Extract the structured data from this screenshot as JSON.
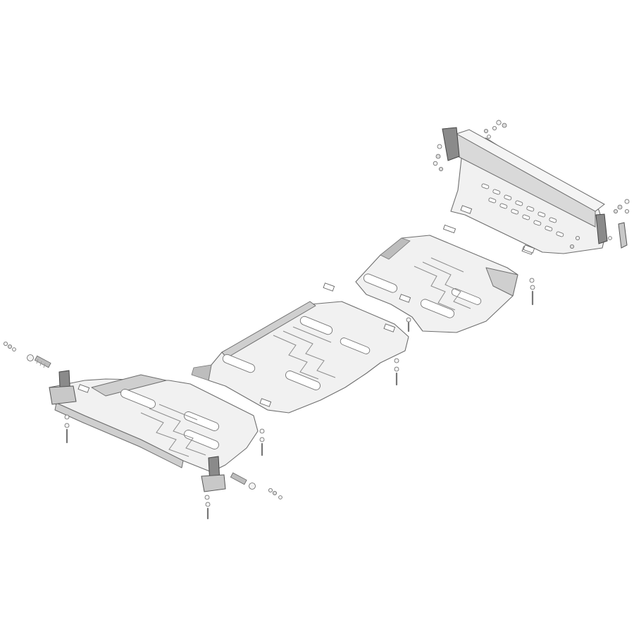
{
  "diagram": {
    "kind": "exploded-assembly",
    "parts": [
      {
        "id": "front-beam",
        "icon": "front-crossmember-beam"
      },
      {
        "id": "plate-1",
        "icon": "skid-plate-engine"
      },
      {
        "id": "plate-2",
        "icon": "skid-plate-middle"
      },
      {
        "id": "plate-3",
        "icon": "skid-plate-transmission"
      }
    ],
    "fastener_groups": 12,
    "colors": {
      "plate": "#f1f1f1",
      "outline": "#6e6e6e",
      "bracket": "#8a8a8a",
      "background": "#ffffff"
    }
  }
}
